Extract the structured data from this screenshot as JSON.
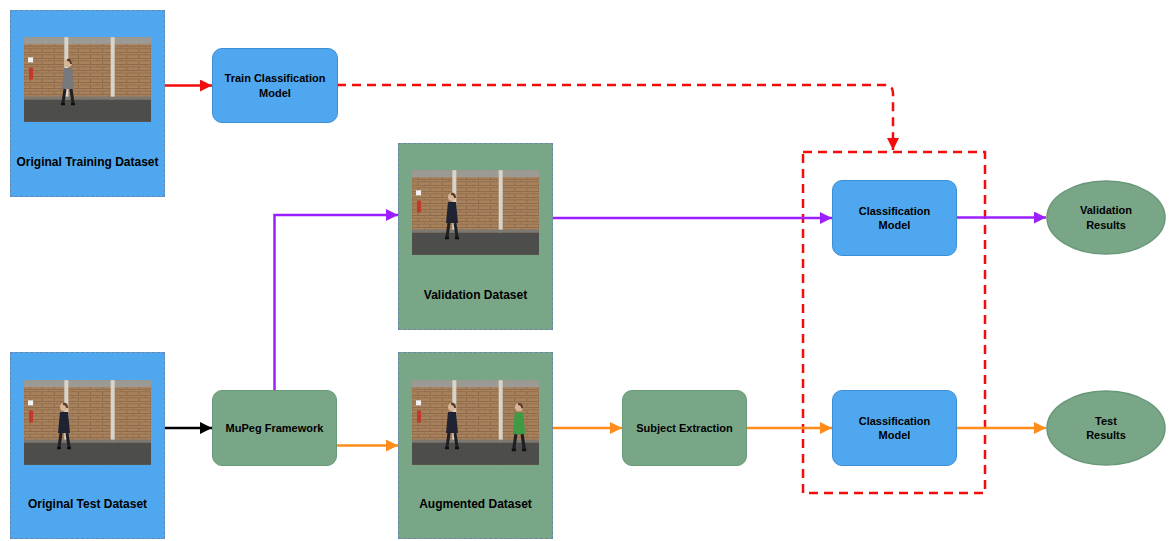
{
  "diagram": {
    "nodes": [
      {
        "text": [
          "Original Training Dataset"
        ]
      },
      {
        "text": [
          "Train Classification Model"
        ]
      },
      {
        "text": [
          "Validation Dataset"
        ]
      },
      {
        "text": [
          "Classification Model"
        ]
      },
      {
        "text": [
          "Validation Results"
        ]
      },
      {
        "text": [
          "Original Test Dataset"
        ]
      },
      {
        "text": [
          "MuPeg Framework"
        ]
      },
      {
        "text": [
          "Augmented Dataset"
        ]
      },
      {
        "text": [
          "Subject Extraction"
        ]
      },
      {
        "text": [
          "Classification Model"
        ]
      },
      {
        "text": [
          "Test Results"
        ]
      }
    ],
    "edges": [
      {
        "from": 0,
        "to": 1,
        "arrow": "to"
      },
      {
        "from": 6,
        "to": 2,
        "arrow": "to"
      },
      {
        "from": 2,
        "to": 3,
        "arrow": "to"
      },
      {
        "from": 3,
        "to": 4,
        "arrow": "to"
      },
      {
        "from": 5,
        "to": 6,
        "arrow": "to"
      },
      {
        "from": 6,
        "to": 7,
        "arrow": "to"
      },
      {
        "from": 7,
        "to": 8,
        "arrow": "to"
      },
      {
        "from": 8,
        "to": 9,
        "arrow": "to"
      },
      {
        "from": 9,
        "to": 10,
        "arrow": "to"
      }
    ]
  }
}
